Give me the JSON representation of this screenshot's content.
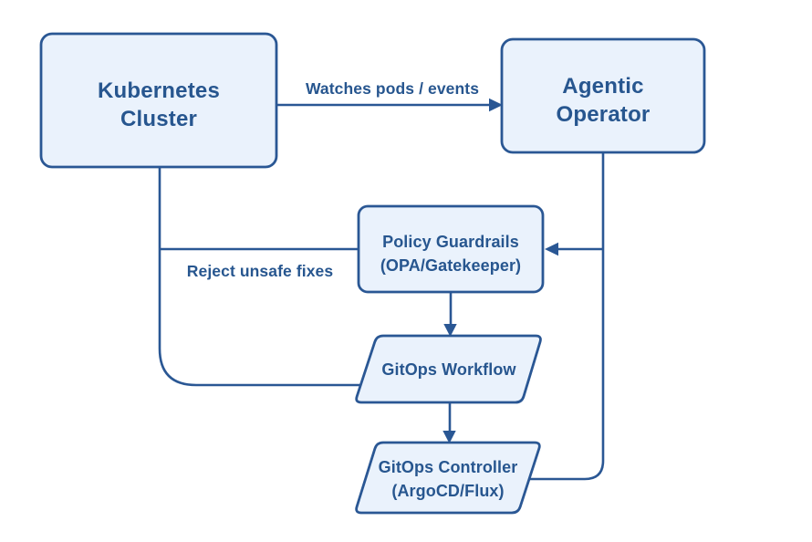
{
  "diagram": {
    "type": "flowchart",
    "colors": {
      "stroke": "#2a5794",
      "text": "#27568f",
      "node-fill": "#eaf2fc",
      "background": "#ffffff"
    },
    "nodes": {
      "k8s_cluster": {
        "shape": "rounded-rect",
        "lines": [
          "Kubernetes",
          "Cluster"
        ]
      },
      "agentic_operator": {
        "shape": "rounded-rect",
        "lines": [
          "Agentic",
          "Operator"
        ]
      },
      "policy_guardrails": {
        "shape": "rounded-rect",
        "lines": [
          "Policy Guardrails",
          "(OPA/Gatekeeper)"
        ]
      },
      "gitops_workflow": {
        "shape": "parallelogram",
        "lines": [
          "GitOps Workflow"
        ]
      },
      "gitops_controller": {
        "shape": "parallelogram",
        "lines": [
          "GitOps Controller",
          "(ArgoCD/Flux)"
        ]
      }
    },
    "edges": {
      "watches_pods_events": {
        "label": "Watches pods / events",
        "from": "k8s_cluster",
        "to": "agentic_operator",
        "arrowhead": true
      },
      "operator_to_guardrails": {
        "label": "",
        "from": "agentic_operator",
        "to": "policy_guardrails",
        "arrowhead": true
      },
      "reject_unsafe_fixes": {
        "label": "Reject unsafe fixes",
        "from": "policy_guardrails",
        "to": "k8s_cluster",
        "arrowhead": false
      },
      "guardrails_to_workflow": {
        "label": "",
        "from": "policy_guardrails",
        "to": "gitops_workflow",
        "arrowhead": true
      },
      "workflow_to_controller": {
        "label": "",
        "from": "gitops_workflow",
        "to": "gitops_controller",
        "arrowhead": true
      },
      "controller_to_operator": {
        "label": "",
        "from": "gitops_controller",
        "to": "agentic_operator",
        "arrowhead": false
      },
      "cluster_to_workflow": {
        "label": "",
        "from": "k8s_cluster",
        "to": "gitops_workflow",
        "arrowhead": false
      }
    }
  }
}
